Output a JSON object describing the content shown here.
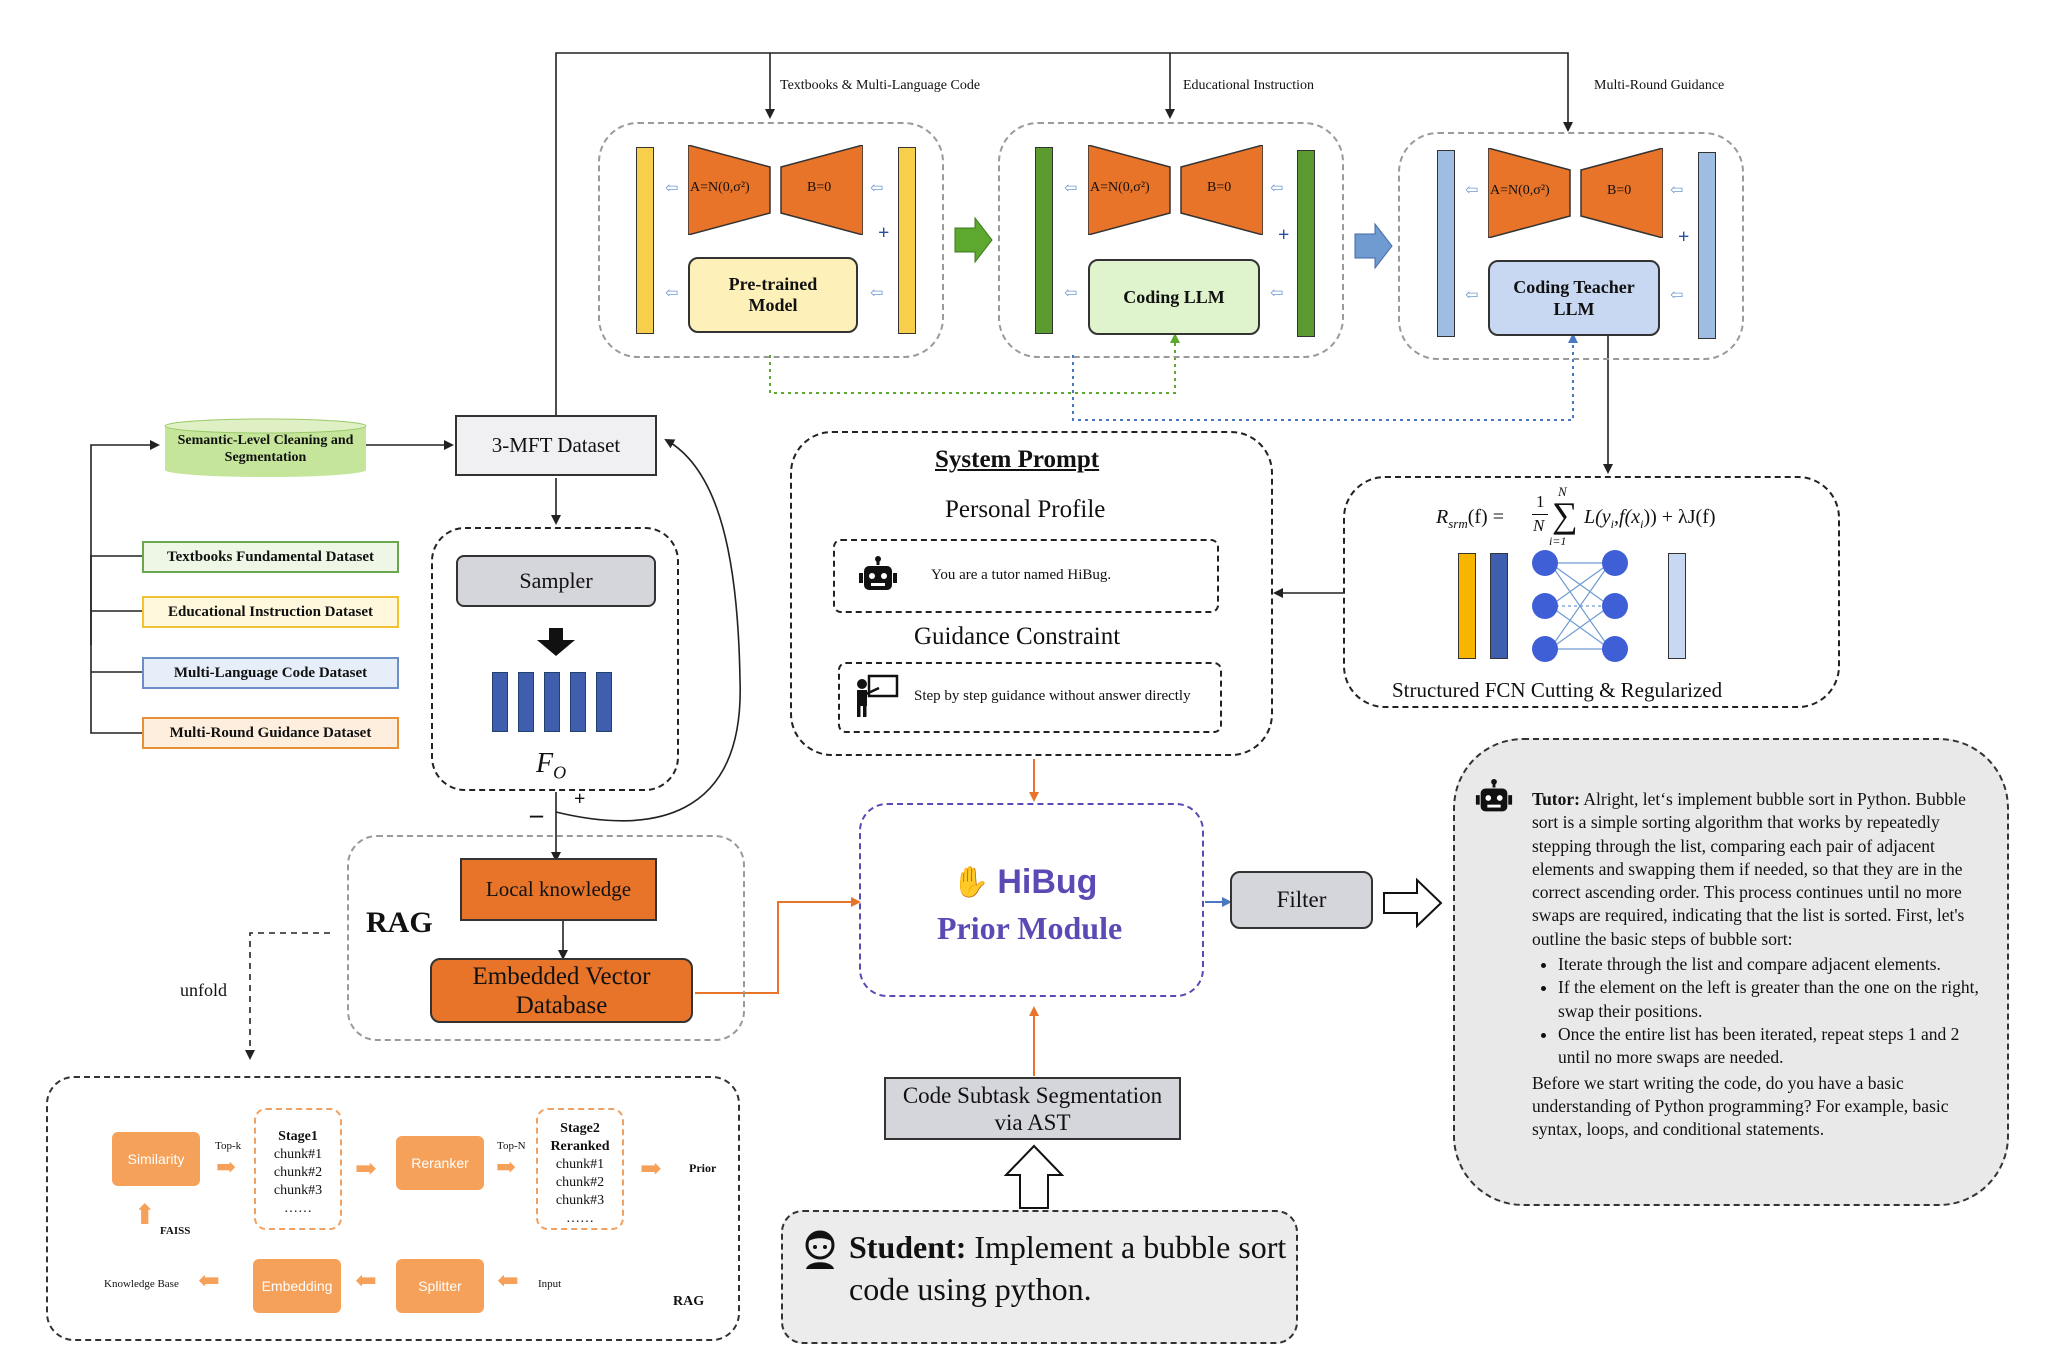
{
  "top_labels": {
    "textbooks": "Textbooks & Multi-Language Code",
    "instruction": "Educational Instruction",
    "guidance": "Multi-Round Guidance"
  },
  "stages": [
    {
      "a": "A=N(0,σ²)",
      "b": "B=0",
      "model": "Pre-trained Model",
      "bar_color": "#f7cf4a",
      "model_bg": "#fdf0b8"
    },
    {
      "a": "A=N(0,σ²)",
      "b": "B=0",
      "model": "Coding LLM",
      "bar_color": "#5a9a2e",
      "model_bg": "#dff3cd"
    },
    {
      "a": "A=N(0,σ²)",
      "b": "B=0",
      "model": "Coding Teacher LLM",
      "bar_color": "#9fbde3",
      "model_bg": "#c9d8f2"
    }
  ],
  "plus": "+",
  "cleaning": "Semantic-Level Cleaning and Segmentation",
  "datasets": [
    {
      "label": "Textbooks Fundamental Dataset",
      "border": "#6aa84f",
      "bg": "#eef7e6"
    },
    {
      "label": "Educational Instruction Dataset",
      "border": "#f1c232",
      "bg": "#fff8dc"
    },
    {
      "label": "Multi-Language Code Dataset",
      "border": "#6d8fc7",
      "bg": "#e6eef9"
    },
    {
      "label": "Multi-Round Guidance Dataset",
      "border": "#e69138",
      "bg": "#fdeede"
    }
  ],
  "mft": "3-MFT Dataset",
  "sampler": "Sampler",
  "fo": "F",
  "fo_sub": "O",
  "minus": "–",
  "plus2": "+",
  "system_prompt": {
    "title": "System Prompt",
    "profile": "Personal Profile",
    "tutor": "You are a tutor named HiBug.",
    "constraint": "Guidance Constraint",
    "step": "Step by step guidance without answer directly"
  },
  "formula": {
    "lhs": "R",
    "lhs_sub": "srm",
    "rest": "(f) =",
    "frac_num": "1",
    "frac_den": "N",
    "sum_top": "N",
    "sum_bot": "i=1",
    "tail": "L(y",
    "tail_i": "i",
    ",f(x": ",f(x",
    "tail2": ")) + λJ(f)"
  },
  "fcn_label": "Structured FCN Cutting & Regularized",
  "rag": {
    "label": "RAG",
    "local": "Local knowledge",
    "db": "Embedded Vector Database",
    "unfold": "unfold"
  },
  "hibug": {
    "brand": "HiBug",
    "module": "Prior Module"
  },
  "filter": "Filter",
  "code_sub": "Code Subtask Segmentation via AST",
  "student": {
    "label": "Student:",
    "text": "Implement a bubble sort code using python."
  },
  "tutor": {
    "label": "Tutor:",
    "intro": "Alright, let‘s implement bubble sort in Python. Bubble sort is a simple sorting algorithm that works by repeatedly stepping through the list, comparing each pair of adjacent elements and swapping them if needed, so that they are in the correct ascending order. This process continues until no more swaps are required, indicating that the list is sorted. First, let's outline the basic steps of bubble sort:",
    "steps": [
      "Iterate through the list and compare adjacent elements.",
      "If the element on the left is greater than the one on the right, swap their positions.",
      "Once the entire list has been iterated, repeat steps 1 and 2 until no more swaps are needed."
    ],
    "outro": "Before we start writing the code, do you have a basic understanding of Python programming? For example, basic syntax, loops, and conditional statements."
  },
  "rag_detail": {
    "similarity": "Similarity",
    "topk": "Top-k",
    "stage1": "Stage1",
    "chunks1": [
      "chunk#1",
      "chunk#2",
      "chunk#3",
      "……"
    ],
    "reranker": "Reranker",
    "topn": "Top-N",
    "stage2a": "Stage2",
    "stage2b": "Reranked",
    "chunks2": [
      "chunk#1",
      "chunk#2",
      "chunk#3",
      "……"
    ],
    "prior": "Prior",
    "faiss": "FAISS",
    "kb": "Knowledge Base",
    "embedding": "Embedding",
    "splitter": "Splitter",
    "input": "Input",
    "rag": "RAG"
  },
  "colors": {
    "orange": "#e8742a",
    "purple": "#5b4ab5",
    "green_arrow": "#5da82e",
    "blue_arrow": "#6f9bd1"
  }
}
